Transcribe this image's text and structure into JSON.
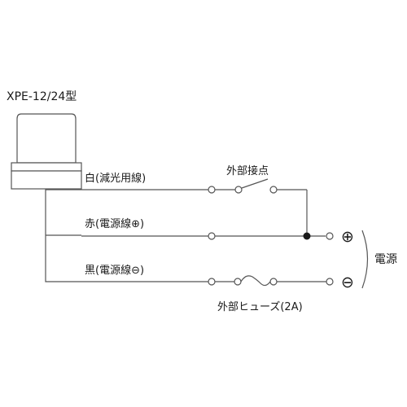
{
  "model_label": "XPE-12/24型",
  "wires": [
    {
      "label": "白(減光用線)"
    },
    {
      "label": "赤(電源線⊕)"
    },
    {
      "label": "黒(電源線⊖)"
    }
  ],
  "contact_label": "外部接点",
  "fuse_label": "外部ヒューズ(2A)",
  "power_label": "電源",
  "plus_symbol": "⊕",
  "minus_symbol": "⊖",
  "line_color": "#555555",
  "ink_color": "#1a1a1a"
}
